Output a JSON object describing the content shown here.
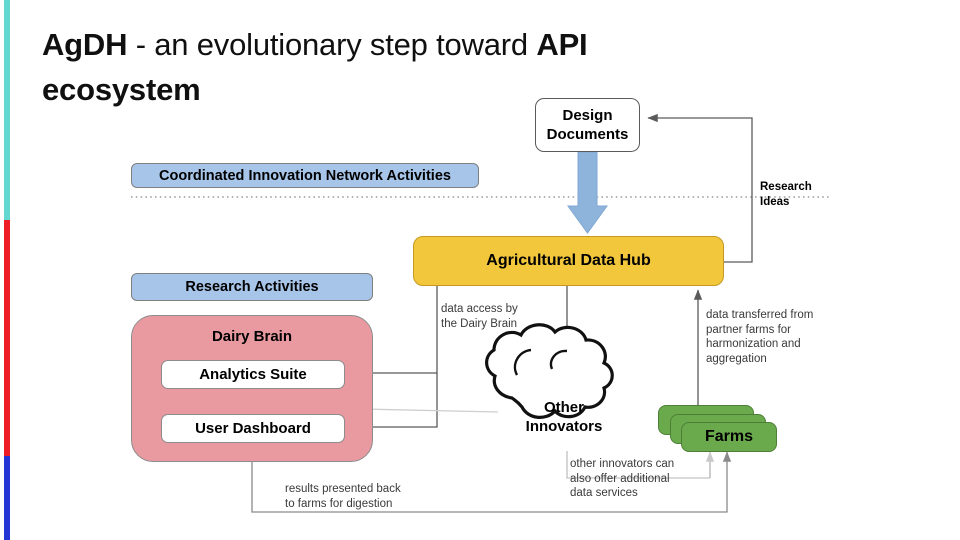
{
  "slide": {
    "title_lead": "AgDH",
    "title_mid": " - an evolutionary step toward ",
    "title_bold_tail": "API",
    "title_line2": "ecosystem",
    "accent_colors": {
      "cyan": "#63D8D0",
      "red": "#EE1C25",
      "blue": "#2435D6"
    }
  },
  "bands": {
    "coordinated": "Coordinated Innovation Network Activities",
    "research": "Research Activities"
  },
  "nodes": {
    "design_documents": "Design\nDocuments",
    "data_hub": "Agricultural Data Hub",
    "dairy_brain": "Dairy Brain",
    "analytics_suite": "Analytics Suite",
    "user_dashboard": "User Dashboard",
    "other_innovators": "Other\nInnovators",
    "farms": "Farms"
  },
  "annotations": {
    "research_ideas": "Research\nIdeas",
    "data_access": "data access by\nthe Dairy Brain",
    "data_transferred": "data transferred from\npartner farms for\nharmonization and\naggregation",
    "other_innovators_note": "other innovators can\nalso offer additional\ndata services",
    "results_back": "results presented back\nto farms for digestion"
  },
  "colors": {
    "hub_fill": "#F2C73C",
    "band_fill": "#A7C5E8",
    "brain_fill": "#E99AA0",
    "farm_fill": "#6AAA4C",
    "arrow_blue": "#8FB4DB"
  }
}
